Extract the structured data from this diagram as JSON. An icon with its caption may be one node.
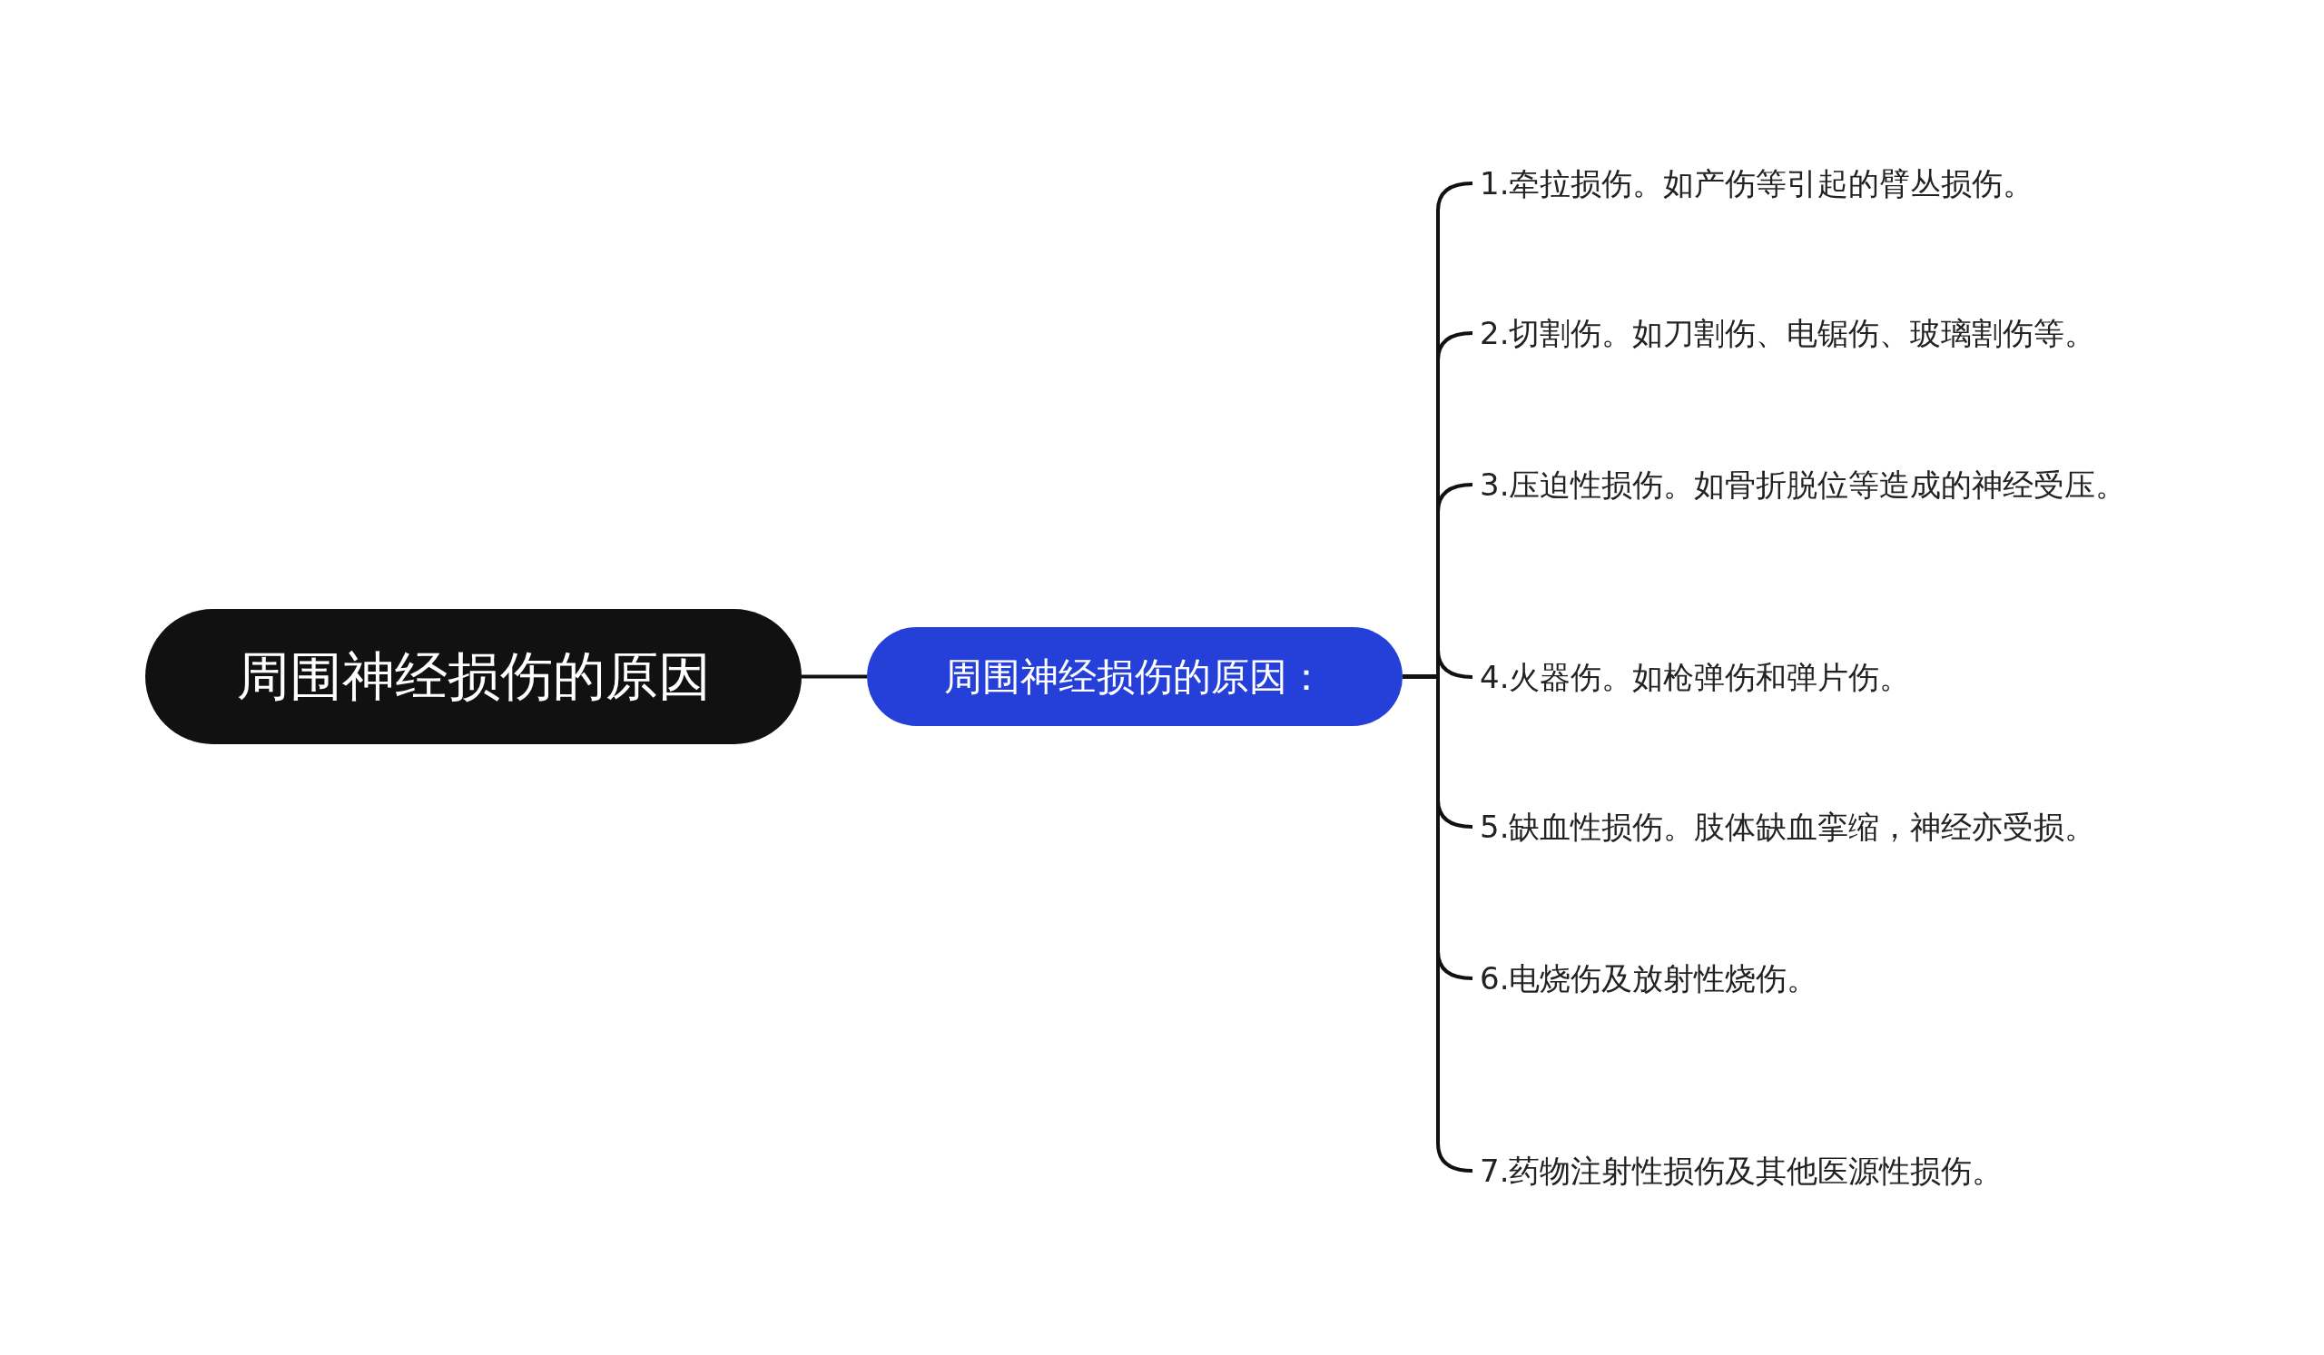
{
  "diagram": {
    "nodes": [
      {
        "text": [
          "周围神经损伤的原因"
        ]
      },
      {
        "text": [
          "周围神经损伤的原因："
        ]
      },
      {
        "text": [
          "1.牵拉损伤。如产伤等引起的臂丛损伤。"
        ]
      },
      {
        "text": [
          "2.切割伤。如刀割伤、电锯伤、玻璃割伤等。"
        ]
      },
      {
        "text": [
          "3.压迫性损伤。如骨折脱位等造成的神经受压。"
        ]
      },
      {
        "text": [
          "4.火器伤。如枪弹伤和弹片伤。"
        ]
      },
      {
        "text": [
          "5.缺血性损伤。肢体缺血挛缩，神经亦受损。"
        ]
      },
      {
        "text": [
          "6.电烧伤及放射性烧伤。"
        ]
      },
      {
        "text": [
          "7.药物注射性损伤及其他医源性损伤。"
        ]
      }
    ],
    "edges": [
      {
        "from": 0,
        "to": 1,
        "arrow": "none"
      },
      {
        "from": 1,
        "to": 2,
        "arrow": "none"
      },
      {
        "from": 1,
        "to": 3,
        "arrow": "none"
      },
      {
        "from": 1,
        "to": 4,
        "arrow": "none"
      },
      {
        "from": 1,
        "to": 5,
        "arrow": "none"
      },
      {
        "from": 1,
        "to": 6,
        "arrow": "none"
      },
      {
        "from": 1,
        "to": 7,
        "arrow": "none"
      },
      {
        "from": 1,
        "to": 8,
        "arrow": "none"
      }
    ]
  }
}
